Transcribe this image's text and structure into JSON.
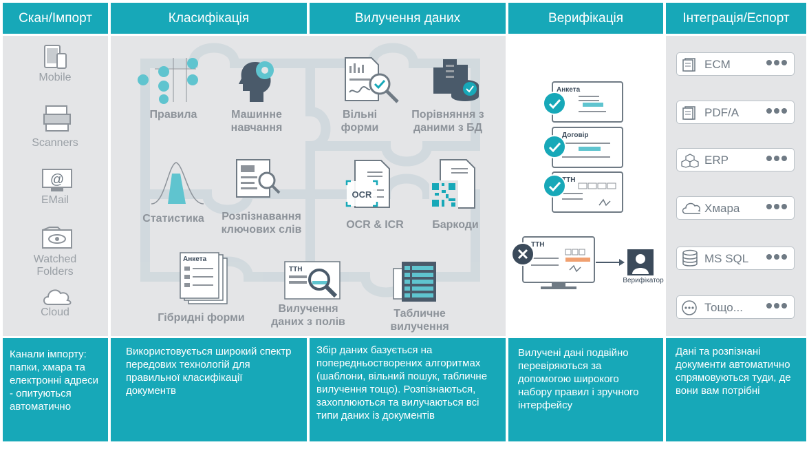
{
  "headers": {
    "scan": "Скан/Імпорт",
    "classification": "Класифікація",
    "extraction": "Вилучення даних",
    "verification": "Верифікація",
    "integration": "Інтеграція/Еспорт"
  },
  "scan_sources": [
    "Mobile",
    "Scanners",
    "EMail",
    "Watched\nFolders",
    "Cloud"
  ],
  "classification_items": {
    "rules": "Правила",
    "ml": "Машинне\nнавчання",
    "stats": "Статистика",
    "keywords": "Розпізнавання\nключових слів",
    "hybrid": "Гібридні форми",
    "field_extraction": "Вилучення\nданих з полів"
  },
  "extraction_items": {
    "free_forms": "Вільні\nформи",
    "db_compare": "Порівняння з\nданими з БД",
    "ocr_icr": "OCR & ICR",
    "barcodes": "Баркоди",
    "table": "Табличне\nвилучення"
  },
  "doc_labels": {
    "anketa": "Анкета",
    "dogovir": "Договір",
    "tth": "ТТН",
    "ocr": "OCR",
    "verifier": "Верифікатор"
  },
  "exports": [
    "ECM",
    "PDF/A",
    "ERP",
    "Хмара",
    "MS SQL",
    "Тощо..."
  ],
  "footers": {
    "scan": "Канали імпорту: папки, хмара та електронні адреси - опитуються автоматично",
    "classification": "Використовується широкий спектр передових технологій для правильної класифікації документв",
    "extraction": "Збір даних базується на попередньостворених алгоритмах (шаблони, вільний пошук, табличне вилучення тощо). Розпізнаються, захоплюються та вилучаються всі типи даних із документів",
    "verification": "Вилучені дані подвійно перевіряються за допомогою широкого набору правил і зручного інтерфейсу",
    "integration": "Дані та розпізнані документи автоматично спрямовуються  туди, де вони вам потрібні"
  },
  "colors": {
    "accent": "#17a8b8",
    "panel": "#e4e5e7",
    "icon_gray": "#8d939a",
    "orange": "#f0a070",
    "dark_navy": "#3b4a5a"
  }
}
